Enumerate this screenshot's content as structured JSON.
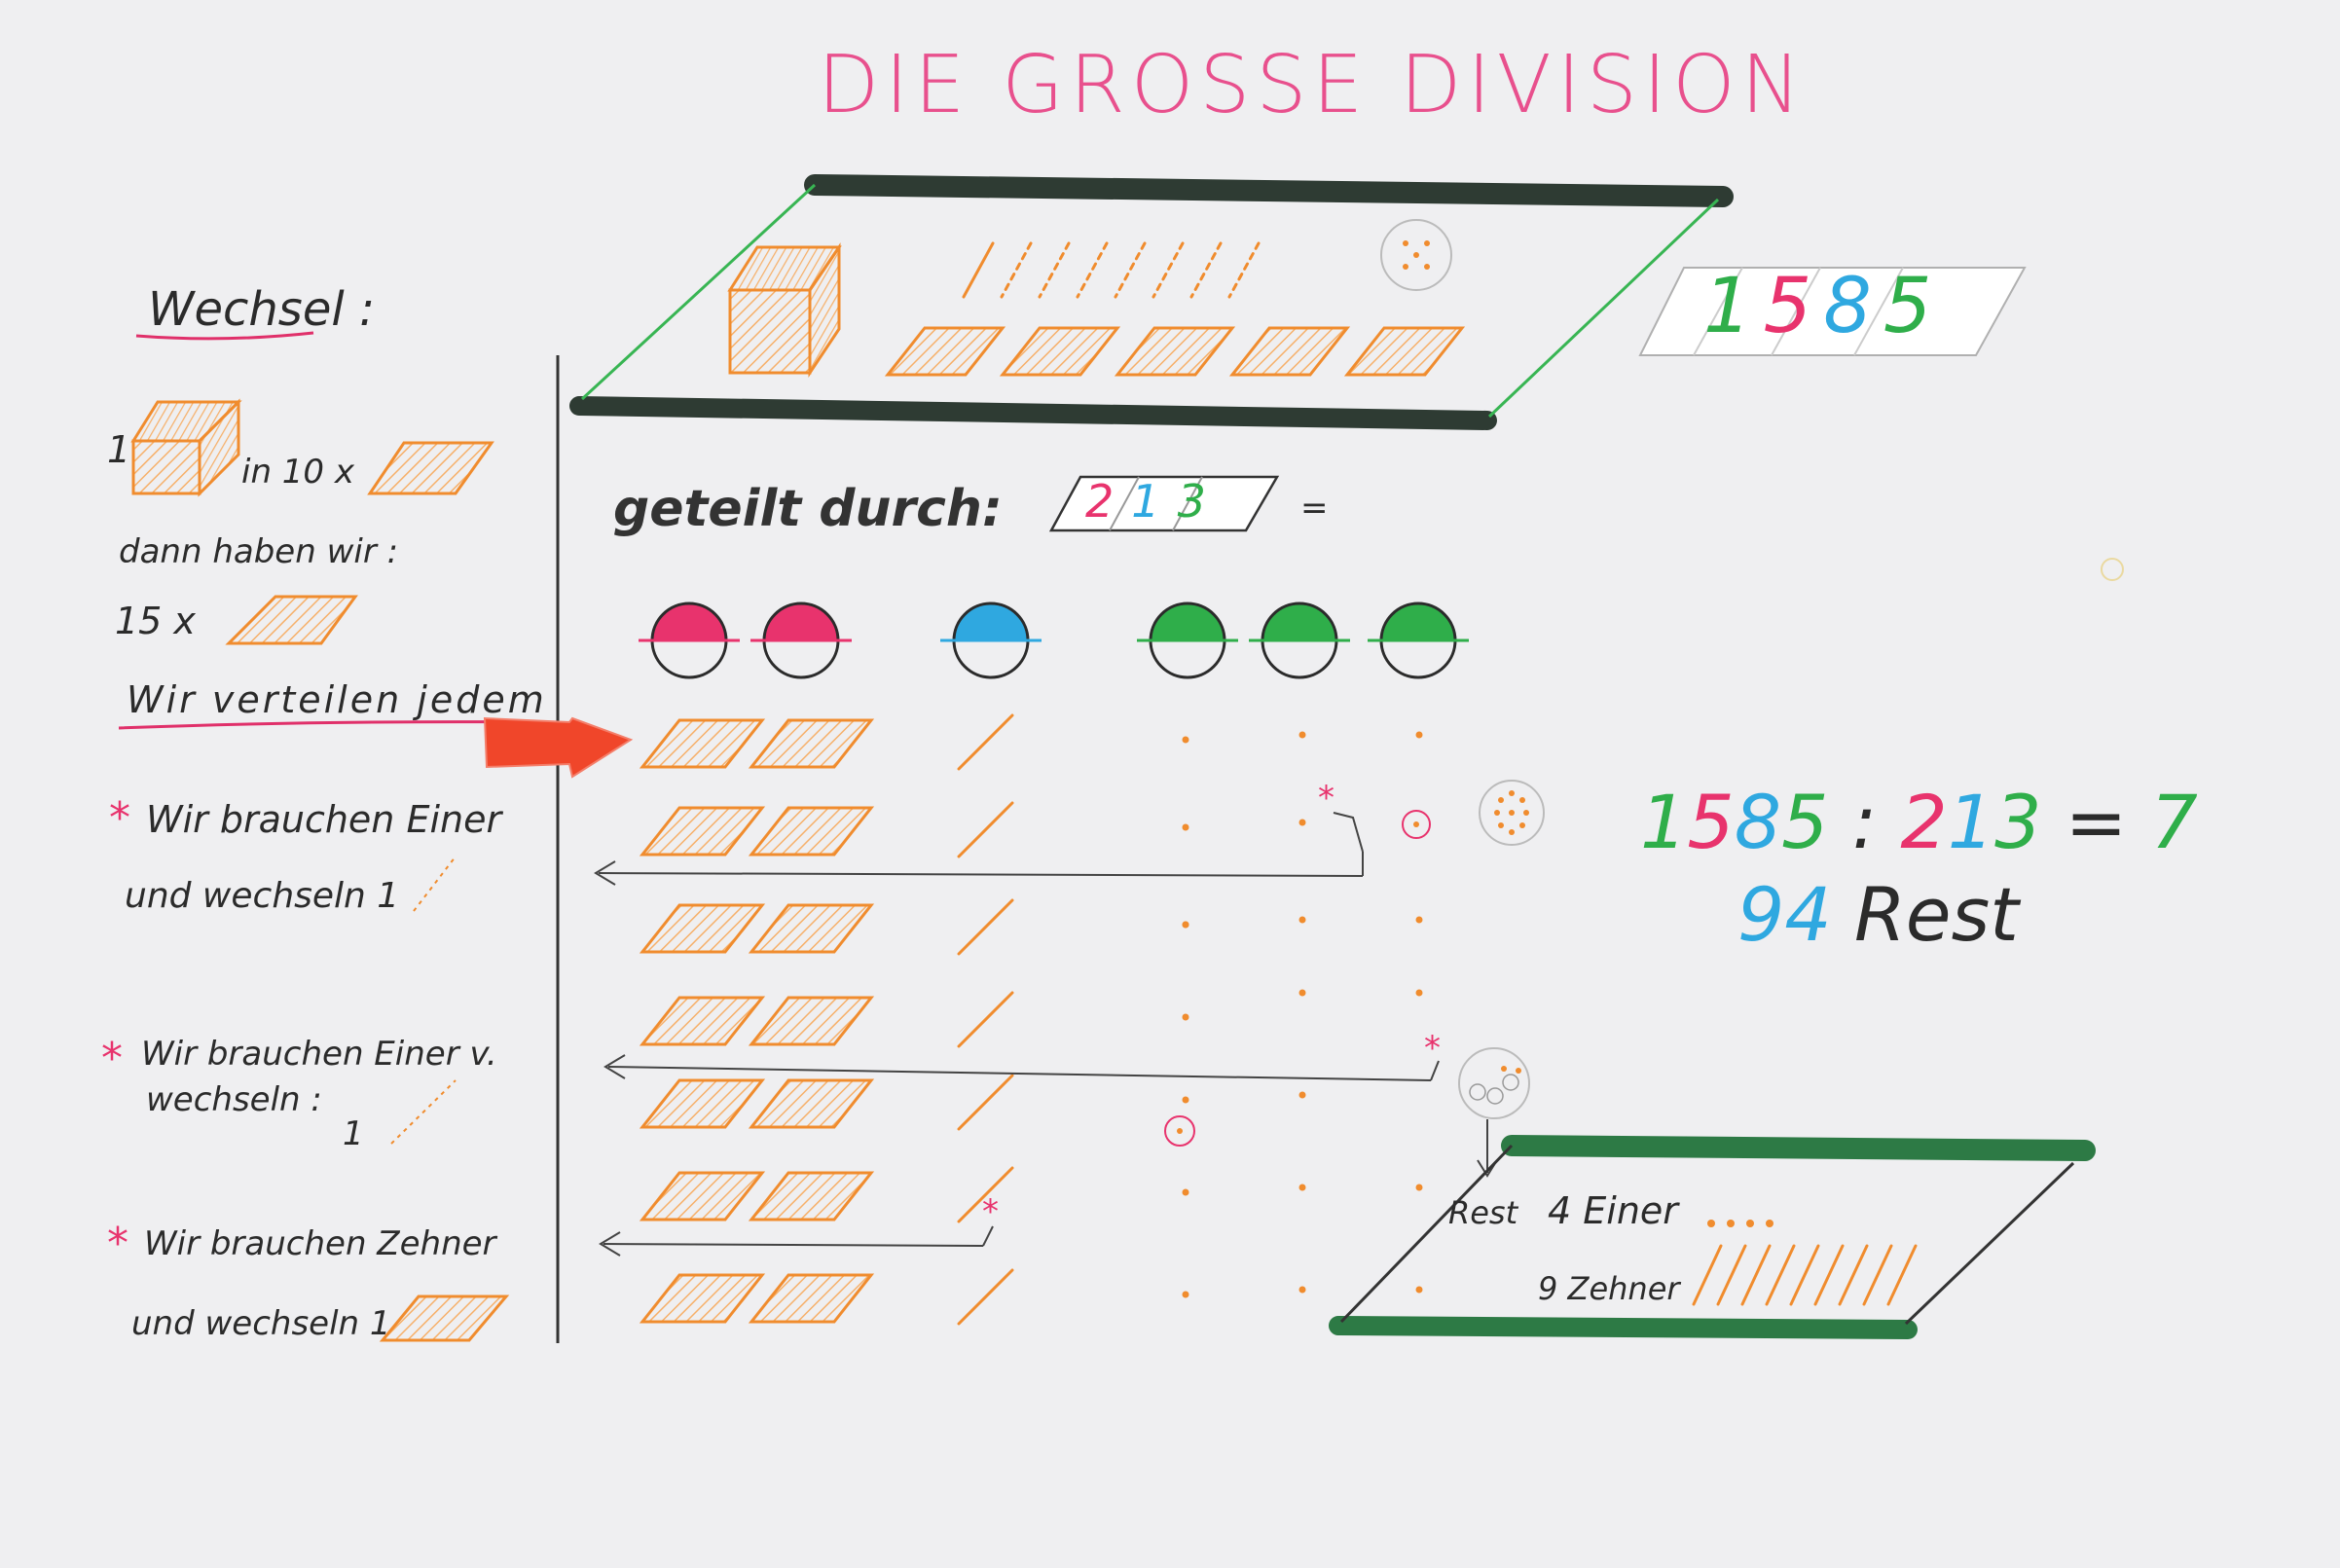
{
  "title": "DIE GROSSE DIVISION",
  "colors": {
    "orange": "#f08c2e",
    "tausender": "#2fae4a",
    "hunderter": "#e8336d",
    "zehner": "#2fa8e0",
    "einer": "#2fae4a",
    "board": "#2e3b33",
    "board_green": "#2d7a45",
    "title": "#e8508d",
    "arrow": "#f0462a",
    "underline": "#e0306a"
  },
  "number": {
    "digits": [
      {
        "d": "1",
        "color": "#2fae4a"
      },
      {
        "d": "5",
        "color": "#e8336d"
      },
      {
        "d": "8",
        "color": "#2fa8e0"
      },
      {
        "d": "5",
        "color": "#2fae4a"
      }
    ]
  },
  "divisor": {
    "label": "geteilt durch:",
    "digits": [
      {
        "d": "2",
        "color": "#e8336d"
      },
      {
        "d": "1",
        "color": "#2fa8e0"
      },
      {
        "d": "3",
        "color": "#2fae4a"
      }
    ],
    "equals": "="
  },
  "sidebar": {
    "heading": "Wechsel :",
    "cube_count": "1",
    "into": "in 10 x",
    "then": "dann haben wir :",
    "fifteen": "15 x",
    "distribute": "Wir verteilen jedem",
    "step1_line1": "Wir brauchen Einer",
    "step1_line2": "und wechseln 1",
    "step2_line1": "Wir brauchen Einer  v.",
    "step2_line2": "wechseln :",
    "step2_line3": "1",
    "step3_line1": "Wir brauchen Zehner",
    "step3_line2": "und wechseln 1",
    "star": "*"
  },
  "equation": {
    "parts": [
      {
        "t": "1",
        "color": "#2fae4a"
      },
      {
        "t": "5",
        "color": "#e8336d"
      },
      {
        "t": "8",
        "color": "#2fa8e0"
      },
      {
        "t": "5",
        "color": "#2fae4a"
      },
      {
        "t": " : ",
        "color": "#2b2b2b"
      },
      {
        "t": "2",
        "color": "#e8336d"
      },
      {
        "t": "1",
        "color": "#2fa8e0"
      },
      {
        "t": "3",
        "color": "#2fae4a"
      },
      {
        "t": " = ",
        "color": "#2b2b2b"
      },
      {
        "t": "7",
        "color": "#2fae4a"
      }
    ],
    "rest_number": "94",
    "rest_label": "Rest"
  },
  "remainder": {
    "rest": "Rest",
    "einer": "4 Einer",
    "zehner": "9 Zehner"
  }
}
